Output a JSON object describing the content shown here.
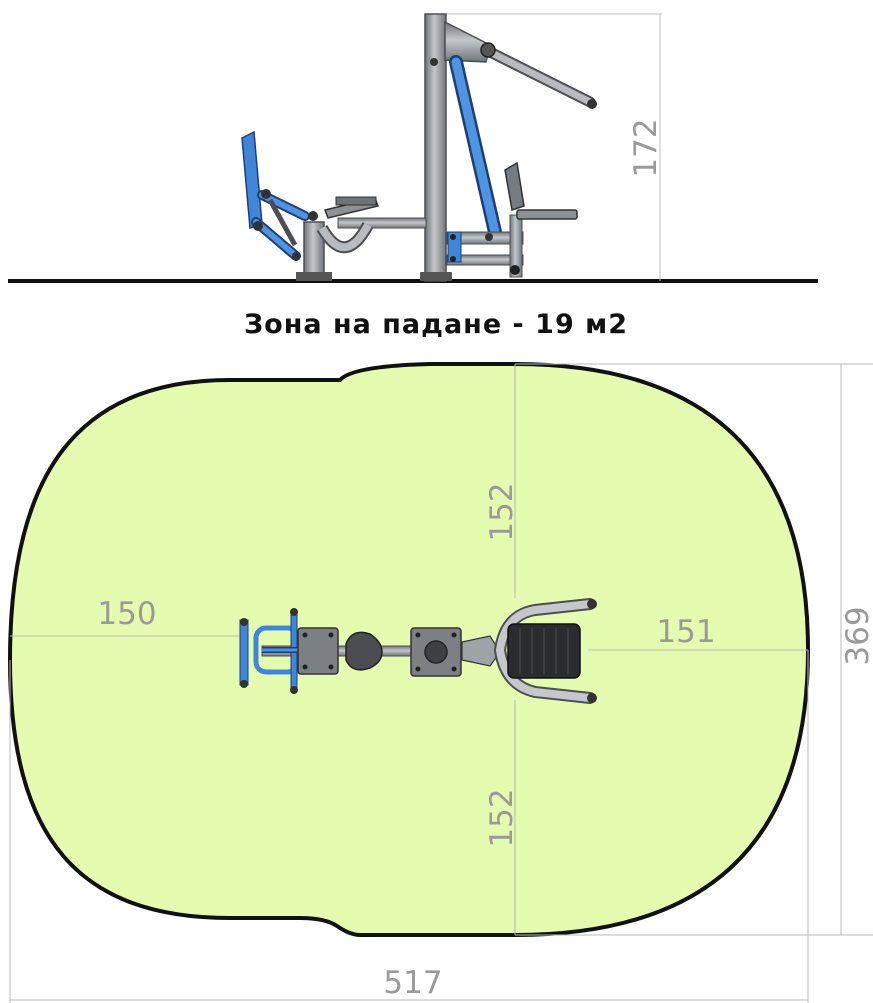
{
  "title": "Зона на падане - 19 м2",
  "dimensions": {
    "height": "172",
    "left": "150",
    "right": "151",
    "top": "152",
    "bottom": "152",
    "total_height": "369",
    "total_width": "517"
  },
  "colors": {
    "fall_zone_fill": "#e5fbb0",
    "fall_zone_outline": "#111111",
    "frame_gray": "#9ea3a8",
    "accent_blue": "#3f86d9",
    "dimension_gray": "#9a9a9a",
    "ground_line": "#111111"
  }
}
